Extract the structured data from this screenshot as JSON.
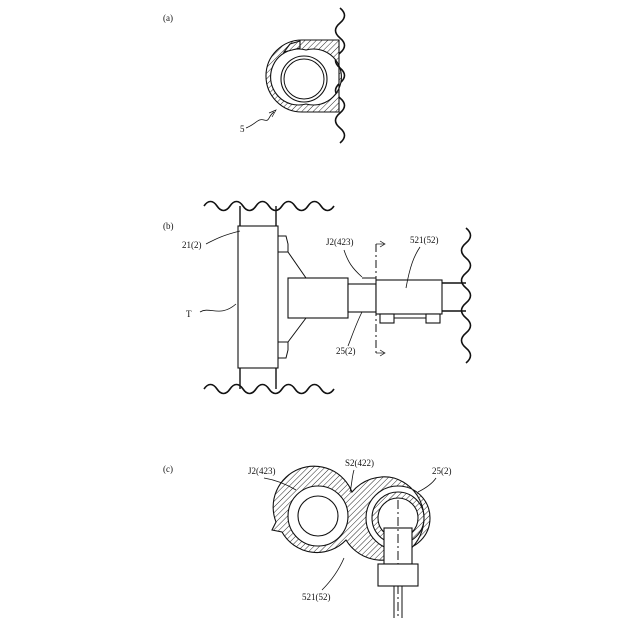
{
  "figure_a": {
    "panel_label": "(a)",
    "callout_5": "5"
  },
  "figure_b": {
    "panel_label": "(b)",
    "callout_21": "21(2)",
    "callout_j2": "J2(423)",
    "callout_521": "521(52)",
    "callout_t": "T",
    "callout_25": "25(2)"
  },
  "figure_c": {
    "panel_label": "(c)",
    "callout_j2": "J2(423)",
    "callout_s2": "S2(422)",
    "callout_25": "25(2)",
    "callout_521": "521(52)"
  }
}
